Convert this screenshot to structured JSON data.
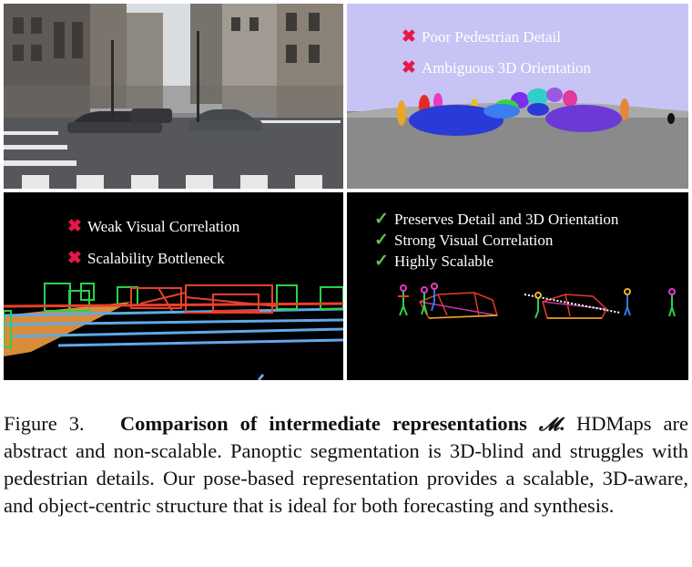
{
  "panels": {
    "segmentation": {
      "items": [
        {
          "mark": "✖",
          "text": "Poor Pedestrian Detail"
        },
        {
          "mark": "✖",
          "text": "Ambiguous 3D Orientation"
        }
      ]
    },
    "hdmap": {
      "items": [
        {
          "mark": "✖",
          "text": "Weak Visual Correlation"
        },
        {
          "mark": "✖",
          "text": "Scalability Bottleneck"
        }
      ]
    },
    "pose": {
      "items": [
        {
          "mark": "✓",
          "text": "Preserves Detail and 3D Orientation"
        },
        {
          "mark": "✓",
          "text": "Strong Visual Correlation"
        },
        {
          "mark": "✓",
          "text": "Highly Scalable"
        }
      ]
    }
  },
  "caption": {
    "label": "Figure 3.",
    "title": "Comparison of intermediate representations",
    "symbol": "𝓜",
    "period": ".",
    "body": "HDMaps are abstract and non-scalable. Panoptic segmentation is 3D-blind and struggles with pedestrian details. Our pose-based representation provides a scalable, 3D-aware, and object-centric structure that is ideal for both forecasting and synthesis."
  },
  "colors": {
    "cross": "#e8174a",
    "check": "#5fc24a",
    "segmentation_sky": "#c7c4f5",
    "segmentation_road": "#8a8a8a",
    "segmentation_car": "#2a3ad6"
  }
}
